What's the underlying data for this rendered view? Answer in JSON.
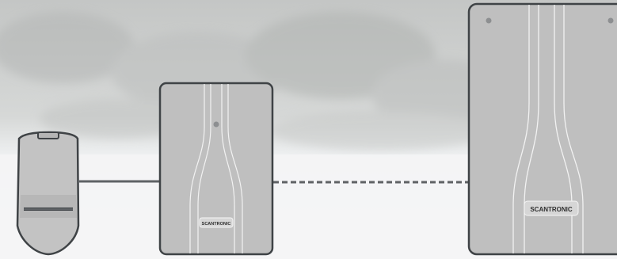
{
  "scene": {
    "colors": {
      "device_fill": "#bfbfbf",
      "device_stroke": "#3f4346",
      "device_line": "#f0f0f0",
      "badge_fill": "#d6d6d6",
      "badge_text": "#2e2e2e",
      "wired_link": "#5f6265",
      "wireless_link": "#5f6265",
      "background_top": "#c9cbca",
      "background_bottom": "#f7f8f9"
    },
    "link_wired": {
      "style": "solid"
    },
    "link_wireless": {
      "style": "dashed"
    }
  },
  "devices": {
    "detector": {
      "icon": "pir-motion-detector-icon"
    },
    "transmitter": {
      "icon": "wireless-transmitter-icon",
      "brand": "SCANTRONIC"
    },
    "control_panel": {
      "icon": "control-panel-icon",
      "brand": "SCANTRONIC"
    }
  }
}
